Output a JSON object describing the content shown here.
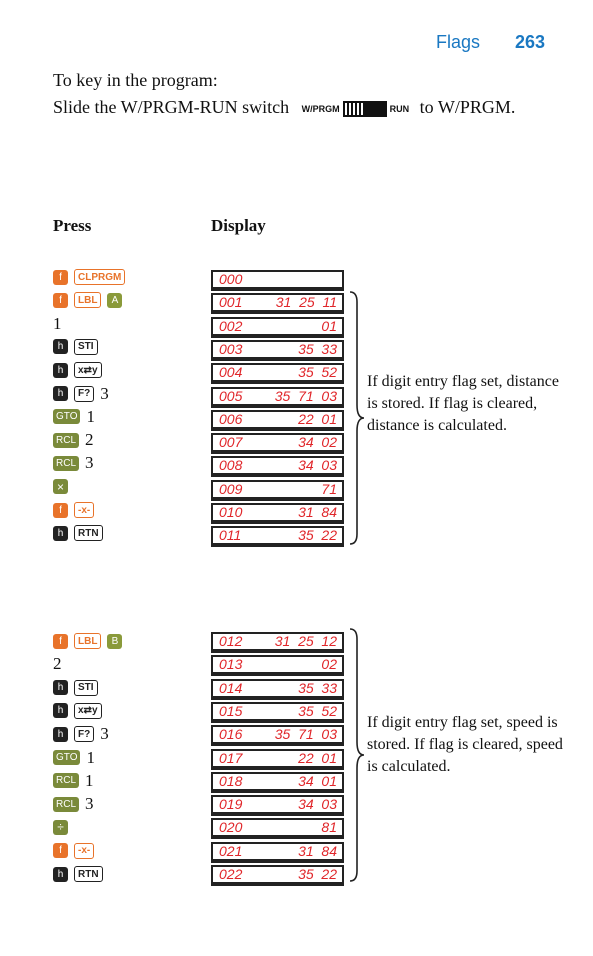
{
  "header": {
    "section": "Flags",
    "page": "263"
  },
  "intro": {
    "line1": "To key in the program:",
    "line2_pre": "Slide the W/PRGM-RUN switch",
    "switch_left": "W/PRGM",
    "switch_right": "RUN",
    "line2_post": "to W/PRGM."
  },
  "columns": {
    "press": "Press",
    "display": "Display"
  },
  "block1": {
    "keys": [
      {
        "prefix": "f",
        "key": "CLPRGM"
      },
      {
        "prefix": "f",
        "key": "LBL",
        "extra": "A"
      },
      {
        "text": "1"
      },
      {
        "prefix": "h",
        "key": "STI"
      },
      {
        "prefix": "h",
        "key": "x⇄y"
      },
      {
        "prefix": "h",
        "key": "F?",
        "after": "3"
      },
      {
        "solid": "GTO",
        "after": "1"
      },
      {
        "solid": "RCL",
        "after": "2"
      },
      {
        "solid": "RCL",
        "after": "3"
      },
      {
        "op": "×"
      },
      {
        "prefix": "f",
        "key": "-x-"
      },
      {
        "prefix": "h",
        "key": "RTN"
      }
    ],
    "display": [
      {
        "line": "000",
        "code": ""
      },
      {
        "line": "001",
        "code": "31  25  11"
      },
      {
        "line": "002",
        "code": "01"
      },
      {
        "line": "003",
        "code": "35  33"
      },
      {
        "line": "004",
        "code": "35  52"
      },
      {
        "line": "005",
        "code": "35  71  03"
      },
      {
        "line": "006",
        "code": "22  01"
      },
      {
        "line": "007",
        "code": "34  02"
      },
      {
        "line": "008",
        "code": "34  03"
      },
      {
        "line": "009",
        "code": "71"
      },
      {
        "line": "010",
        "code": "31  84"
      },
      {
        "line": "011",
        "code": "35  22"
      }
    ],
    "note": "If digit entry flag set, distance is stored. If flag is cleared, distance is calculated."
  },
  "block2": {
    "keys": [
      {
        "prefix": "f",
        "key": "LBL",
        "extra": "B"
      },
      {
        "text": "2"
      },
      {
        "prefix": "h",
        "key": "STI"
      },
      {
        "prefix": "h",
        "key": "x⇄y"
      },
      {
        "prefix": "h",
        "key": "F?",
        "after": "3"
      },
      {
        "solid": "GTO",
        "after": "1"
      },
      {
        "solid": "RCL",
        "after": "1"
      },
      {
        "solid": "RCL",
        "after": "3"
      },
      {
        "op": "÷"
      },
      {
        "prefix": "f",
        "key": "-x-"
      },
      {
        "prefix": "h",
        "key": "RTN"
      }
    ],
    "display": [
      {
        "line": "012",
        "code": "31  25  12"
      },
      {
        "line": "013",
        "code": "02"
      },
      {
        "line": "014",
        "code": "35  33"
      },
      {
        "line": "015",
        "code": "35  52"
      },
      {
        "line": "016",
        "code": "35  71  03"
      },
      {
        "line": "017",
        "code": "22  01"
      },
      {
        "line": "018",
        "code": "34  01"
      },
      {
        "line": "019",
        "code": "34  03"
      },
      {
        "line": "020",
        "code": "81"
      },
      {
        "line": "021",
        "code": "31  84"
      },
      {
        "line": "022",
        "code": "35  22"
      }
    ],
    "note": "If digit entry flag set, speed is stored. If flag is cleared, speed is calculated."
  },
  "colors": {
    "header": "#1a78c2",
    "display_text": "#e0262a",
    "f_key": "#e8732a",
    "h_key": "#222222",
    "op_key": "#7a8a3a"
  }
}
